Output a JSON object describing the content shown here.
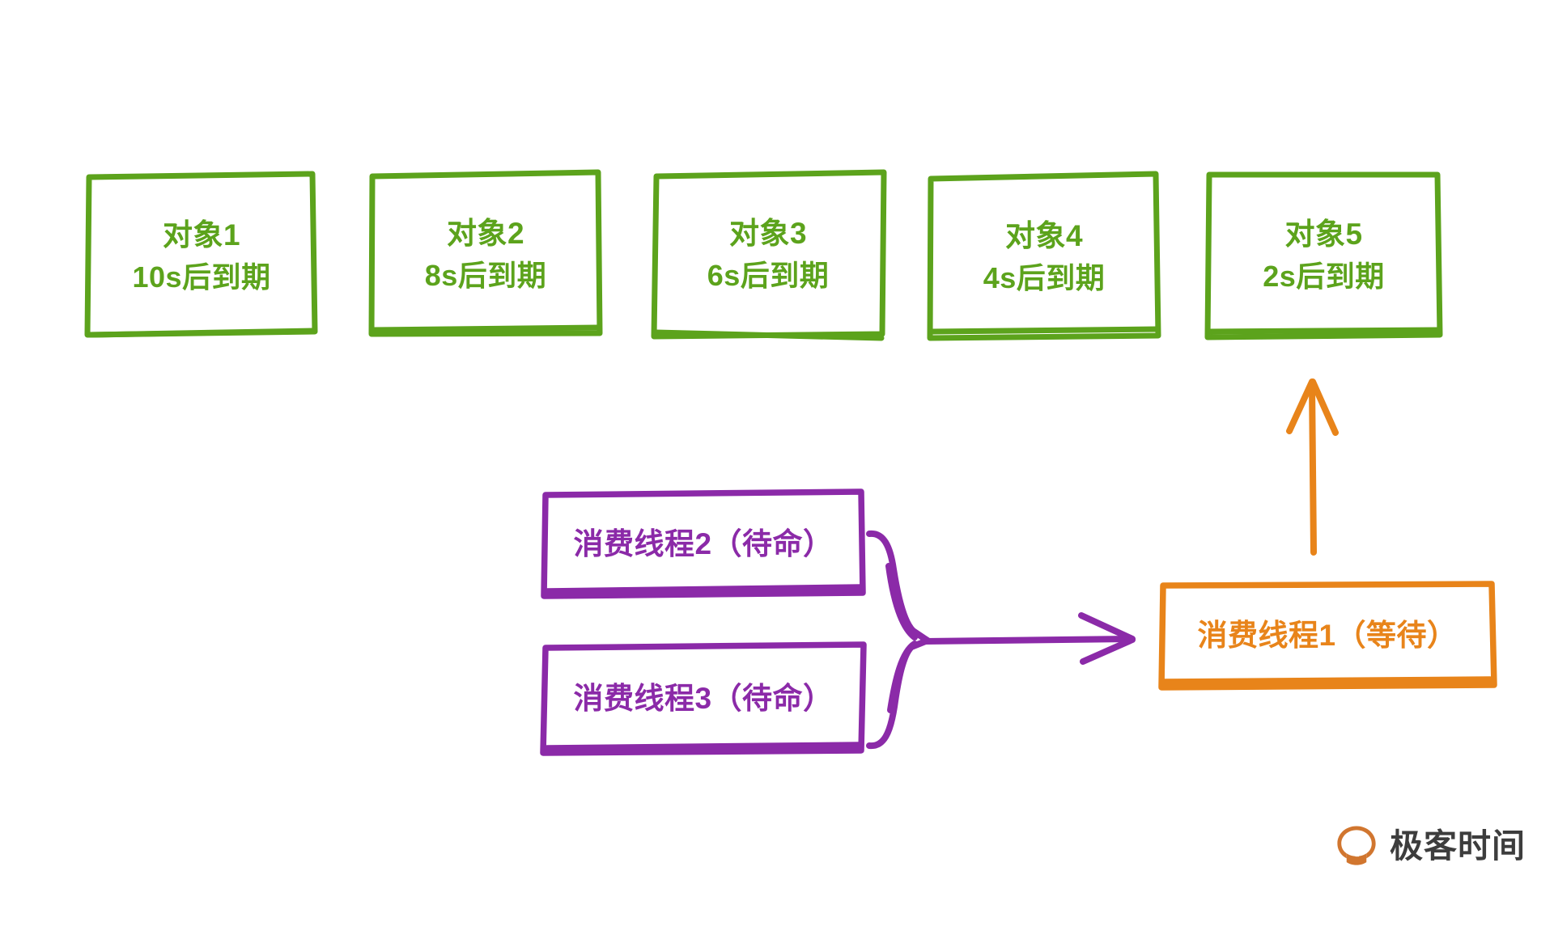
{
  "diagram": {
    "title": "DelayQueue consumer thread diagram",
    "background_color": "#ffffff",
    "colors": {
      "green": "#5ca31c",
      "purple": "#8b2aa8",
      "orange": "#e8841a",
      "brand_text": "#3d3d3d",
      "brand_mark": "#d1762f"
    }
  },
  "objects": {
    "color": "#5ca31c",
    "items": [
      {
        "name": "对象1",
        "expiry": "10s后到期"
      },
      {
        "name": "对象2",
        "expiry": "8s后到期"
      },
      {
        "name": "对象3",
        "expiry": "6s后到期"
      },
      {
        "name": "对象4",
        "expiry": "4s后到期"
      },
      {
        "name": "对象5",
        "expiry": "2s后到期"
      }
    ]
  },
  "standby_threads": {
    "color": "#8b2aa8",
    "items": [
      {
        "label": "消费线程2（待命）"
      },
      {
        "label": "消费线程3（待命）"
      }
    ]
  },
  "active_thread": {
    "color": "#e8841a",
    "label": "消费线程1（等待）"
  },
  "connectors": {
    "brace": {
      "color": "#8b2aa8",
      "name": "grouping-brace"
    },
    "horizontal_arrow": {
      "color": "#8b2aa8",
      "name": "standby-to-active-arrow"
    },
    "vertical_arrow": {
      "color": "#e8841a",
      "name": "active-to-object5-arrow"
    }
  },
  "brand": {
    "text": "极客时间",
    "mark": "geektime-logo-icon"
  }
}
